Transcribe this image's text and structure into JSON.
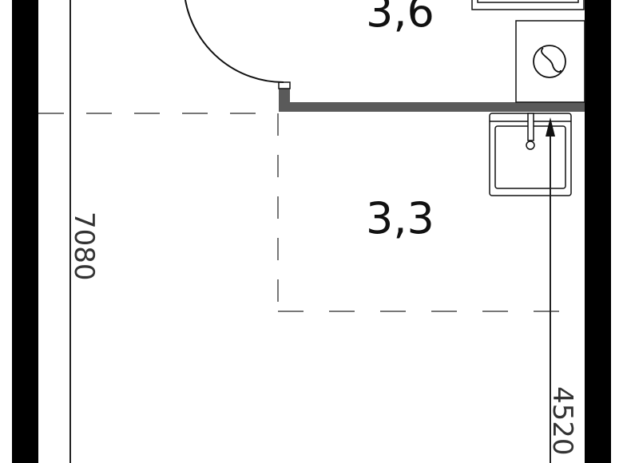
{
  "plan": {
    "rooms": [
      {
        "area_label": "3,6"
      },
      {
        "area_label": "3,3"
      }
    ],
    "dimensions": {
      "height_left": "7080",
      "height_right": "4520"
    },
    "fixtures": [
      "washing-machine-icon",
      "sink-icon",
      "door-swing-icon"
    ],
    "colors": {
      "wall": "#000000",
      "partition": "#5a5a5a",
      "dashed": "#777777"
    }
  }
}
